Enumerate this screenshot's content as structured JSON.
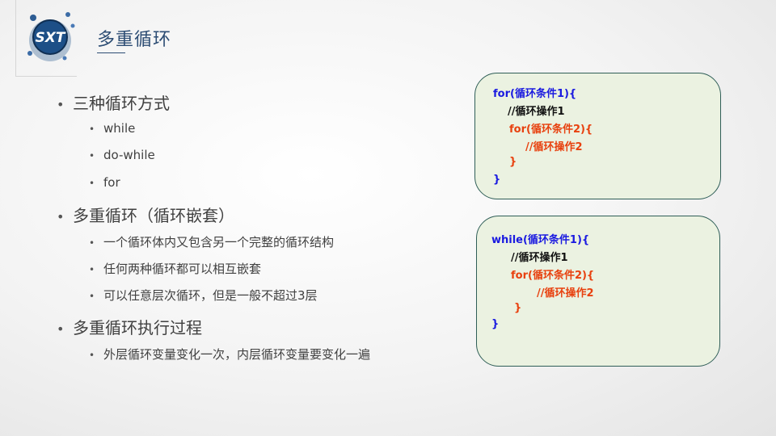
{
  "header": {
    "logo_text": "SXT",
    "title": "多重循环"
  },
  "bullets": [
    {
      "level": 1,
      "text": "三种循环方式"
    },
    {
      "level": 2,
      "text": "while"
    },
    {
      "level": 2,
      "text": "do-while"
    },
    {
      "level": 2,
      "text": "for"
    },
    {
      "level": 1,
      "text": "多重循环（循环嵌套）"
    },
    {
      "level": 2,
      "text": "一个循环体内又包含另一个完整的循环结构"
    },
    {
      "level": 2,
      "text": "任何两种循环都可以相互嵌套"
    },
    {
      "level": 2,
      "text": "可以任意层次循环，但是一般不超过3层"
    },
    {
      "level": 1,
      "text": "多重循环执行过程"
    },
    {
      "level": 2,
      "text": "外层循环变量变化一次，内层循环变量要变化一遍"
    }
  ],
  "code_boxes": [
    {
      "lines": [
        {
          "text": "for(循环条件1){",
          "color": "blue"
        },
        {
          "text": "//循环操作1",
          "color": "black"
        },
        {
          "text": "for(循环条件2){",
          "color": "red"
        },
        {
          "text": "//循环操作2",
          "color": "red"
        },
        {
          "text": "}",
          "color": "red"
        },
        {
          "text": "}",
          "color": "blue"
        }
      ]
    },
    {
      "lines": [
        {
          "text": "while(循环条件1){",
          "color": "blue"
        },
        {
          "text": "//循环操作1",
          "color": "black"
        },
        {
          "text": "for(循环条件2){",
          "color": "red"
        },
        {
          "text": "//循环操作2",
          "color": "red"
        },
        {
          "text": "}",
          "color": "red"
        },
        {
          "text": "}",
          "color": "blue"
        }
      ]
    }
  ],
  "colors": {
    "title": "#2d4d74",
    "code_blue": "#1a1ae0",
    "code_black": "#111111",
    "code_red": "#e8410f",
    "code_box_bg": "#ebf2e1",
    "code_box_border": "#2f5e57"
  }
}
